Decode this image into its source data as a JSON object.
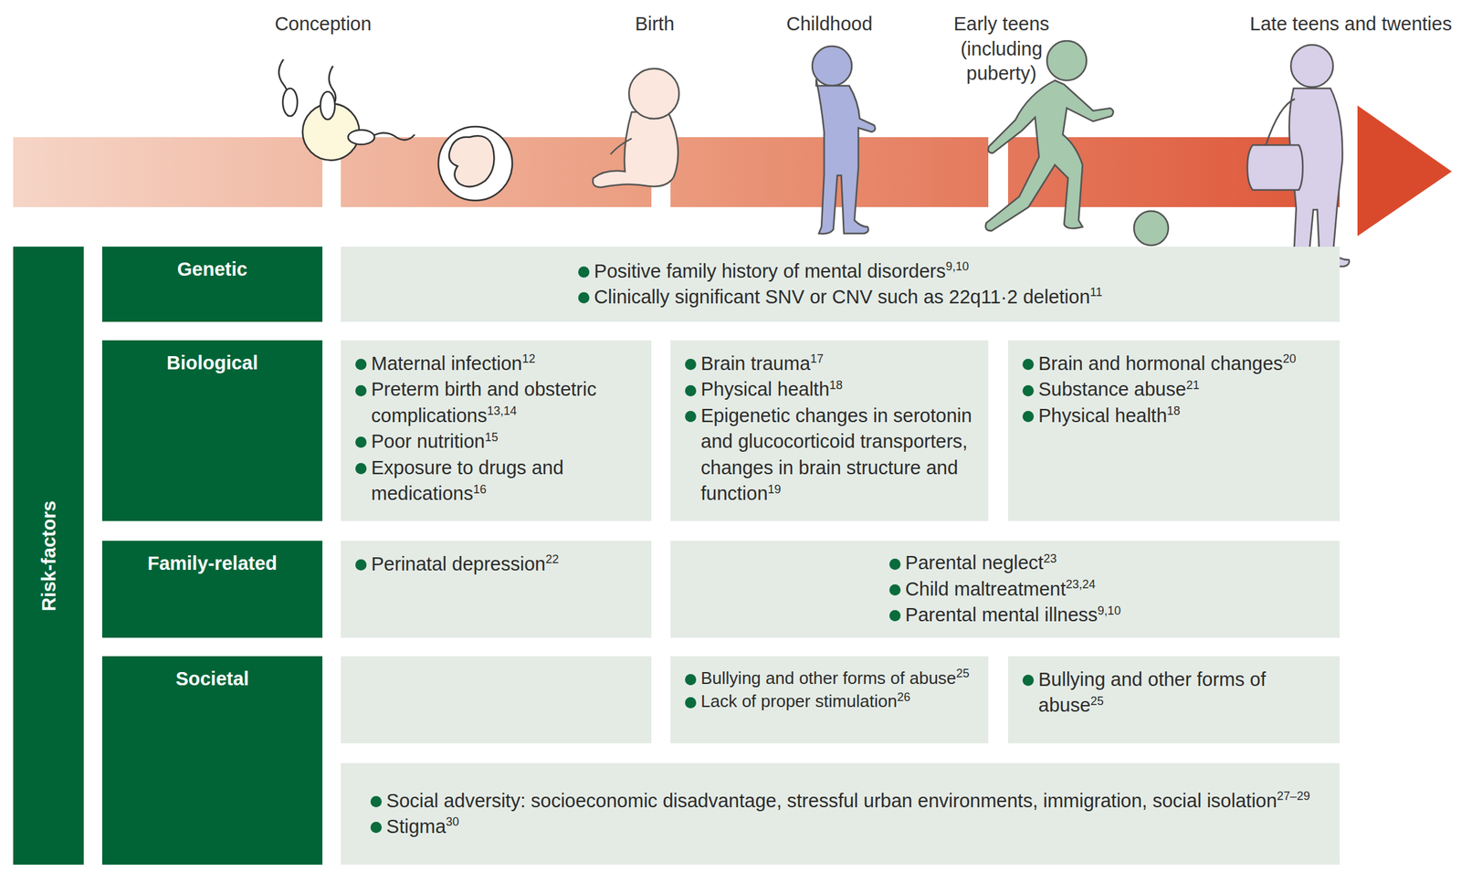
{
  "diagram": {
    "nodes": [
      {
        "text": [
          "Risk-factors"
        ]
      },
      {
        "text": [
          "Genetic"
        ]
      },
      {
        "text": [
          "Positive family history of mental disorders",
          "9,10",
          "Clinically significant SNV or CNV such as 22q11·2 deletion",
          "11"
        ]
      },
      {
        "text": [
          "Biological"
        ]
      },
      {
        "text": [
          "Maternal infection",
          "12",
          "Preterm birth and obstetric complications",
          "13,14",
          "Poor nutrition",
          "15",
          "Exposure to drugs and medications",
          "16"
        ]
      },
      {
        "text": [
          "Brain trauma",
          "17",
          "Physical health",
          "18",
          "Epigenetic changes in serotonin and glucocorticoid transporters, changes in brain structure and function",
          "19"
        ]
      },
      {
        "text": [
          "Brain and hormonal changes",
          "20",
          "Substance abuse",
          "21",
          "Physical health",
          "18"
        ]
      },
      {
        "text": [
          "Family-related"
        ]
      },
      {
        "text": [
          "Perinatal depression",
          "22"
        ]
      },
      {
        "text": [
          "Parental neglect",
          "23",
          "Child maltreatment",
          "23,24",
          "Parental mental illness",
          "9,10"
        ]
      },
      {
        "text": [
          "Societal"
        ]
      },
      {
        "text": [
          "Bullying and other forms of abuse",
          "25",
          "Lack of proper stimulation",
          "26"
        ]
      },
      {
        "text": [
          "Bullying and other forms of abuse",
          "25"
        ]
      },
      {
        "text": [
          "Social adversity: socioeconomic disadvantage, stressful urban environments, immigration, social isolation",
          "27–29",
          "Stigma",
          "30"
        ]
      }
    ],
    "labels": [
      "Conception",
      "Birth",
      "Childhood",
      "Early teens (including puberty)",
      "Late teens and twenties"
    ]
  }
}
